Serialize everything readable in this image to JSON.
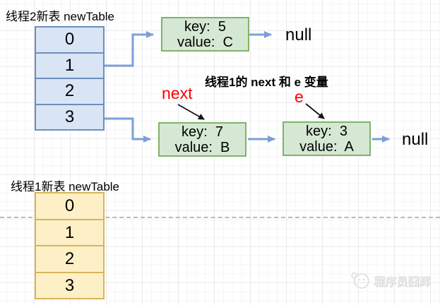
{
  "diagram": {
    "thread2_table": {
      "title": "线程2新表 newTable",
      "cells": [
        "0",
        "1",
        "2",
        "3"
      ]
    },
    "thread1_table": {
      "title": "线程1新表 newTable",
      "cells": [
        "0",
        "1",
        "2",
        "3"
      ]
    },
    "node_key5": {
      "key": "key:  5",
      "value": "value:  C"
    },
    "node_key7": {
      "key": "key:  7",
      "value": "value:  B"
    },
    "node_key3": {
      "key": "key:  3",
      "value": "value:  A"
    },
    "caption": "线程1的 next 和 e 变量",
    "pointer_next": "next",
    "pointer_e": "e",
    "null_after_key5": "null",
    "null_after_key3": "null"
  },
  "watermark": {
    "text": "程序员囧辉"
  },
  "colors": {
    "table_blue_fill": "#d9e5f5",
    "table_blue_border": "#6c8ebf",
    "node_green_fill": "#d5e8d4",
    "node_green_border": "#82b366",
    "table_yellow_fill": "#fdf0c7",
    "table_yellow_border": "#d6b656",
    "arrow_blue": "#7c9fd9",
    "pointer_red": "#ff0000",
    "divider_gray": "#b9b9b9"
  }
}
